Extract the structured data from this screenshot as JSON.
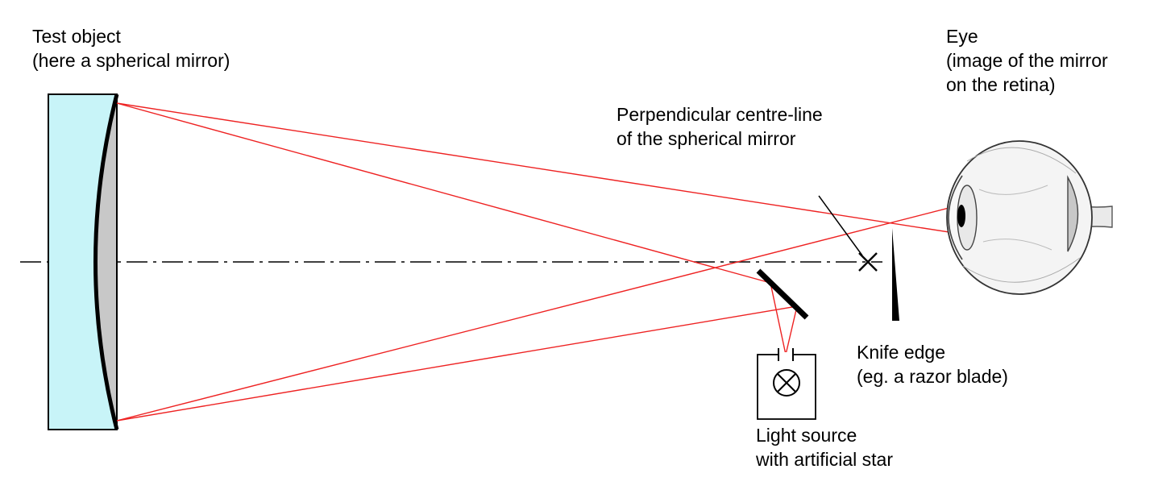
{
  "labels": {
    "test_object": [
      "Test object",
      "(here a spherical mirror)"
    ],
    "eye": [
      "Eye",
      "(image of the mirror",
      "on the retina)"
    ],
    "centre_line": [
      "Perpendicular centre-line",
      "of the spherical mirror"
    ],
    "knife_edge": [
      "Knife edge",
      "(eg. a razor blade)"
    ],
    "light_source": [
      "Light source",
      "with artificial star"
    ]
  },
  "colors": {
    "ray": "#ee2222",
    "mirror_glass": "#c8f4f8",
    "mirror_surface": "#c8c8c8",
    "ink": "#000000"
  }
}
